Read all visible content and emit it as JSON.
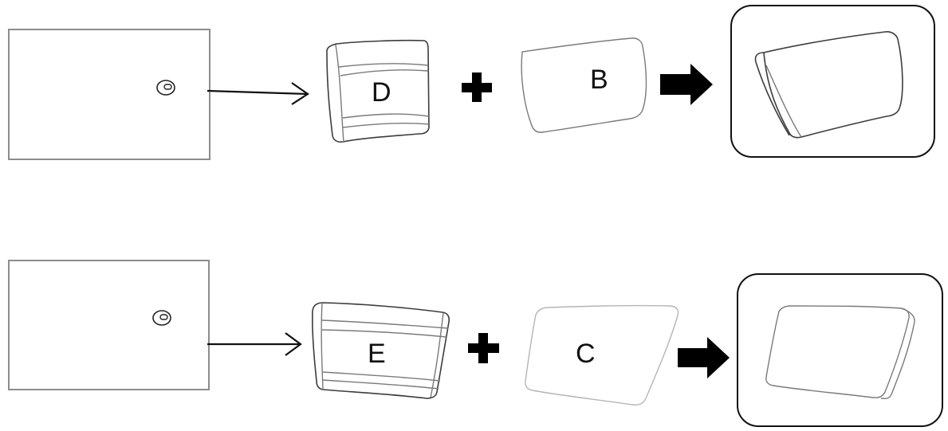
{
  "rows": [
    {
      "piece_label": "D",
      "part_label": "B"
    },
    {
      "piece_label": "E",
      "part_label": "C"
    }
  ]
}
